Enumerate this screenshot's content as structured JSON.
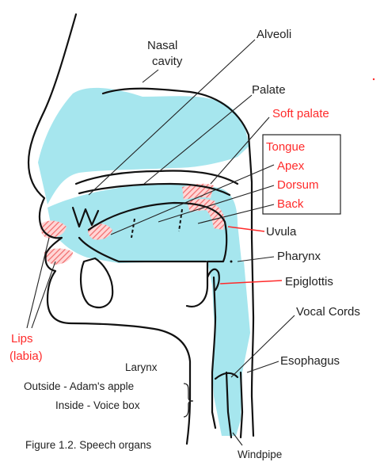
{
  "colors": {
    "cavity_fill": "#a6e6ee",
    "tongue_hatch": "#f06a6a",
    "label_black": "#222222",
    "label_red": "#ff2a2a",
    "outline": "#111111"
  },
  "labels": {
    "nasal_cavity_1": "Nasal",
    "nasal_cavity_2": "cavity",
    "alveoli": "Alveoli",
    "palate": "Palate",
    "soft_palate": "Soft palate",
    "tongue": "Tongue",
    "apex": "Apex",
    "dorsum": "Dorsum",
    "back": "Back",
    "uvula": "Uvula",
    "pharynx": "Pharynx",
    "epiglottis": "Epiglottis",
    "vocal_cords": "Vocal Cords",
    "esophagus": "Esophagus",
    "lips_1": "Lips",
    "lips_2": "(labia)",
    "larynx": "Larynx",
    "outside": "Outside - Adam's apple",
    "inside": "Inside - Voice box",
    "windpipe": "Windpipe",
    "caption": "Figure 1.2. Speech organs"
  }
}
